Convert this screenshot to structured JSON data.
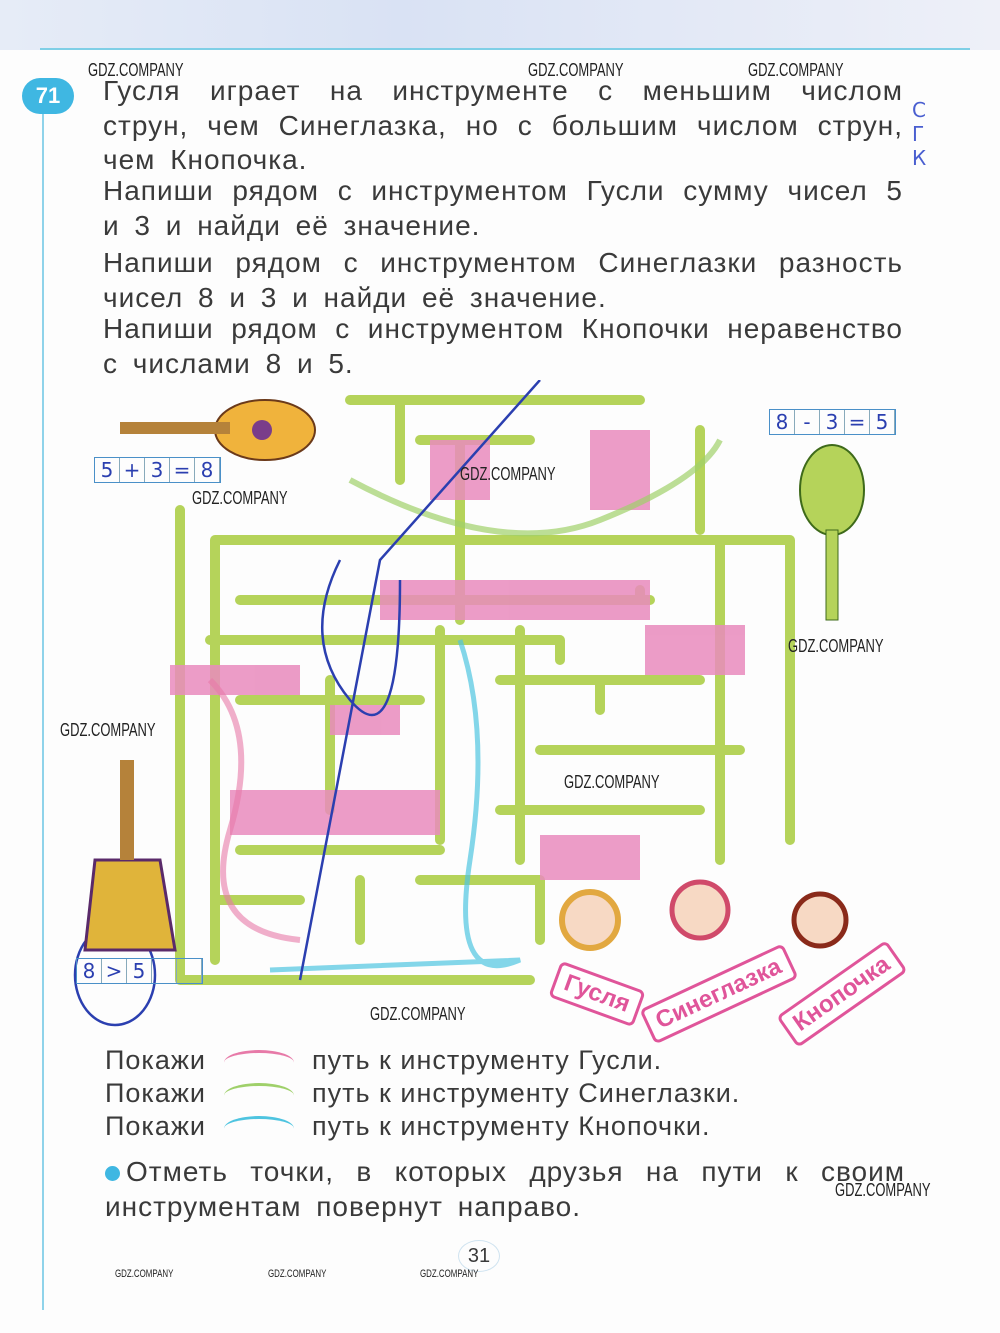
{
  "exercise": {
    "number": "71",
    "paragraphs": [
      "Гусля играет на инструменте с меньшим числом струн, чем Синеглазка, но с большим числом струн, чем Кнопочка.",
      "Напиши рядом с инструментом Гусли сумму чисел 5 и 3 и найди её значение.",
      "Напиши рядом с инструментом Синеглазки разность чисел 8 и 3 и найди её значение.",
      "Напиши рядом с инструментом Кнопочки неравенство с числами 8 и 5."
    ]
  },
  "handwritten": {
    "side_note": [
      "С",
      "Г",
      "К"
    ],
    "guitar_answer": [
      "5",
      "+",
      "3",
      "=",
      "8"
    ],
    "domra_answer": [
      "8",
      "-",
      "3",
      "=",
      "5"
    ],
    "balalaika_answer": [
      "8",
      ">",
      "5",
      "",
      ""
    ]
  },
  "characters": [
    "Гусля",
    "Синеглазка",
    "Кнопочка"
  ],
  "legend": [
    {
      "word": "Покажи",
      "text": "путь к инструменту Гусли.",
      "color": "#e77aa8"
    },
    {
      "word": "Покажи",
      "text": "путь к инструменту Синеглазки.",
      "color": "#9fd06a"
    },
    {
      "word": "Покажи",
      "text": "путь к инструменту Кнопочки.",
      "color": "#4ec4e0"
    }
  ],
  "task": "Отметь точки, в которых друзья на пути к своим инструментам повернут направо.",
  "page_number": "31",
  "watermark": "GDZ.COMPANY"
}
